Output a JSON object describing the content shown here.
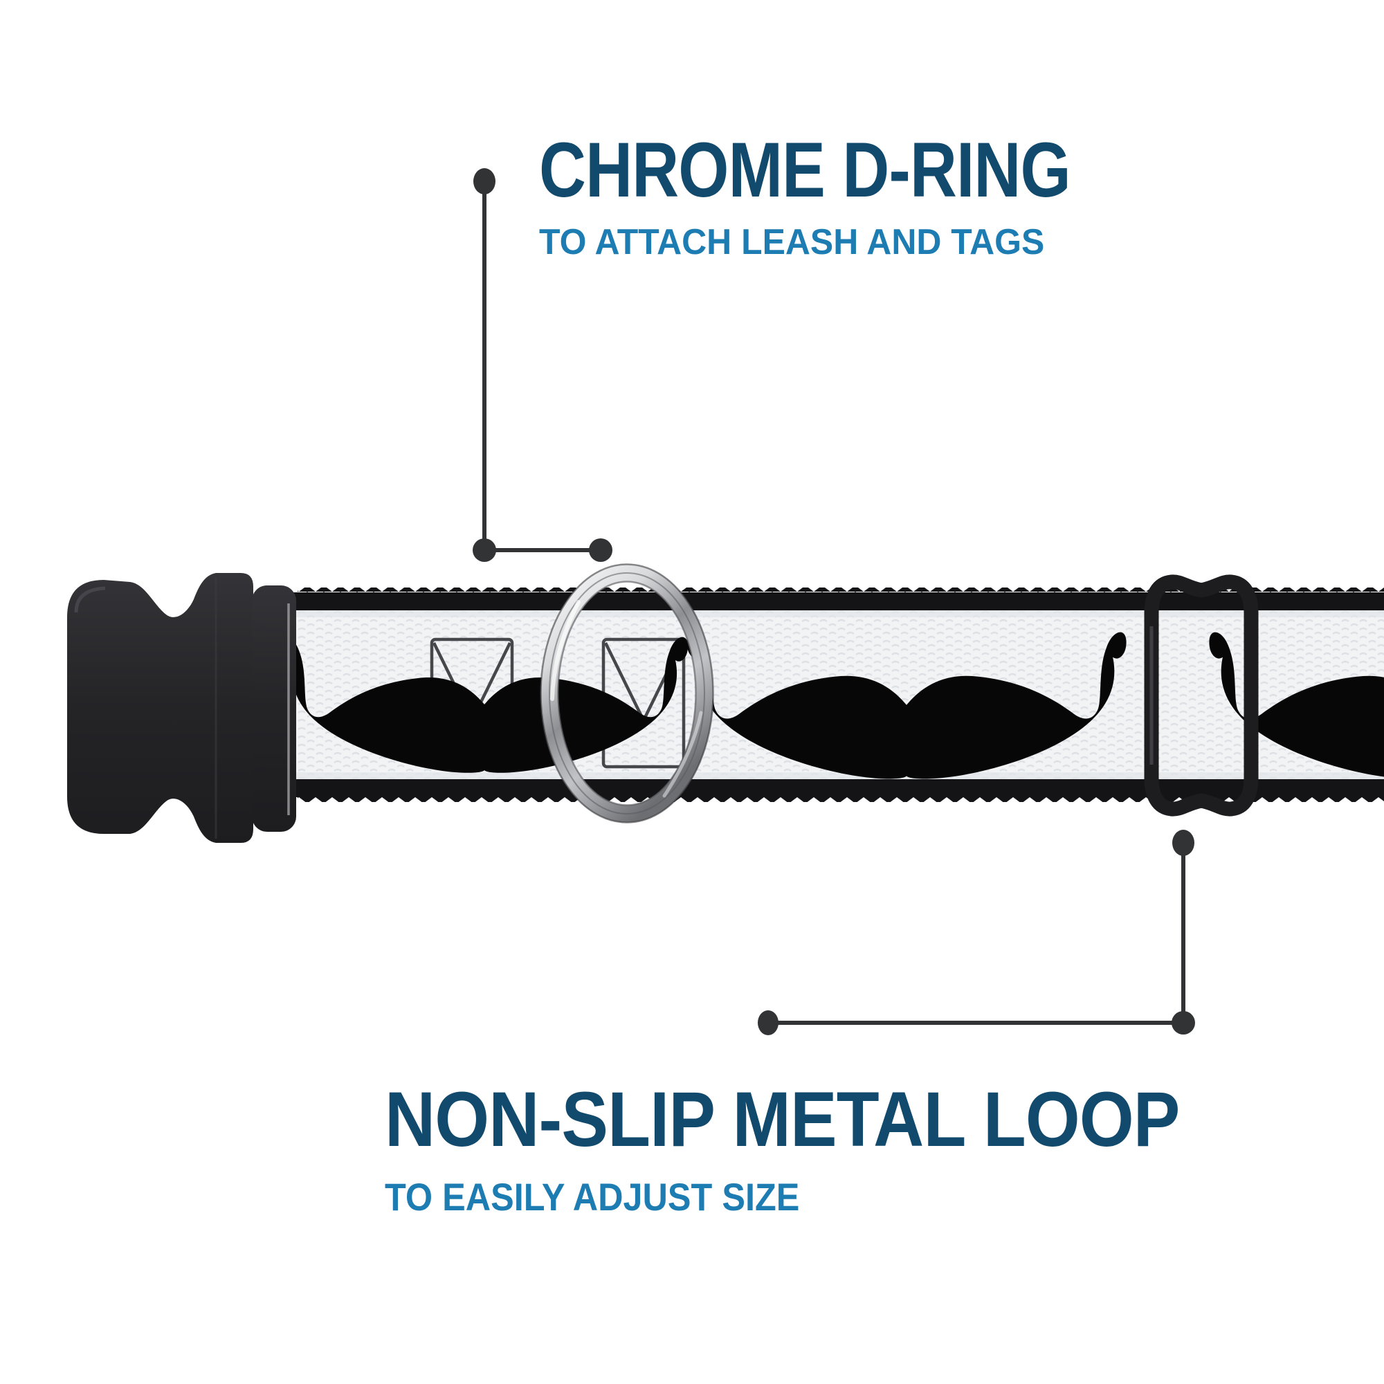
{
  "annotations": {
    "dring": {
      "title": "CHROME D-RING",
      "subtitle": "TO ATTACH LEASH AND TAGS"
    },
    "loop": {
      "title": "NON-SLIP METAL LOOP",
      "subtitle": "TO EASILY ADJUST SIZE"
    }
  },
  "colors": {
    "title": "#114a6d",
    "subtitle": "#1d7cb2",
    "callout": "#323335",
    "mustache": "#070708",
    "webbing": "#f2f3f5",
    "webbing_texture": "#dde0e4",
    "edging": "#141416",
    "buckle": "#28282b",
    "slider": "#1d1d1f",
    "envelope_outline": "#45474b",
    "background": "#ffffff"
  }
}
